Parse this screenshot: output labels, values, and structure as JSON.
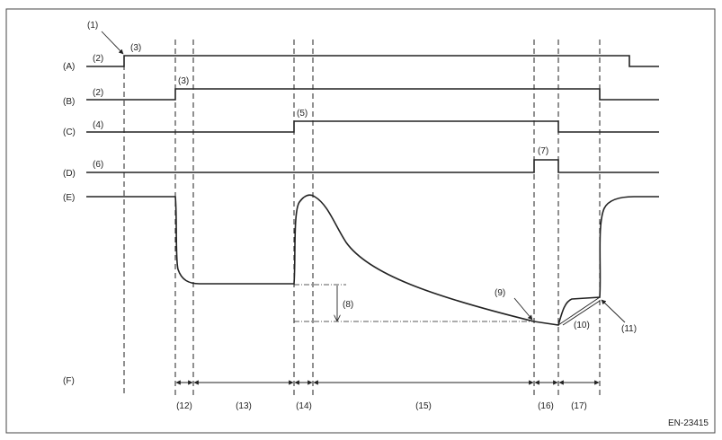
{
  "rows": {
    "a": "(A)",
    "b": "(B)",
    "c": "(C)",
    "d": "(D)",
    "e": "(E)",
    "f": "(F)"
  },
  "callouts": {
    "c1": "(1)",
    "c2_a": "(2)",
    "c3_a": "(3)",
    "c2_b": "(2)",
    "c3_b": "(3)",
    "c4": "(4)",
    "c5": "(5)",
    "c6": "(6)",
    "c7": "(7)",
    "c8": "(8)",
    "c9": "(9)",
    "c10": "(10)",
    "c11": "(11)"
  },
  "intervals": {
    "i12": "(12)",
    "i13": "(13)",
    "i14": "(14)",
    "i15": "(15)",
    "i16": "(16)",
    "i17": "(17)"
  },
  "figure_code": "EN-23415"
}
